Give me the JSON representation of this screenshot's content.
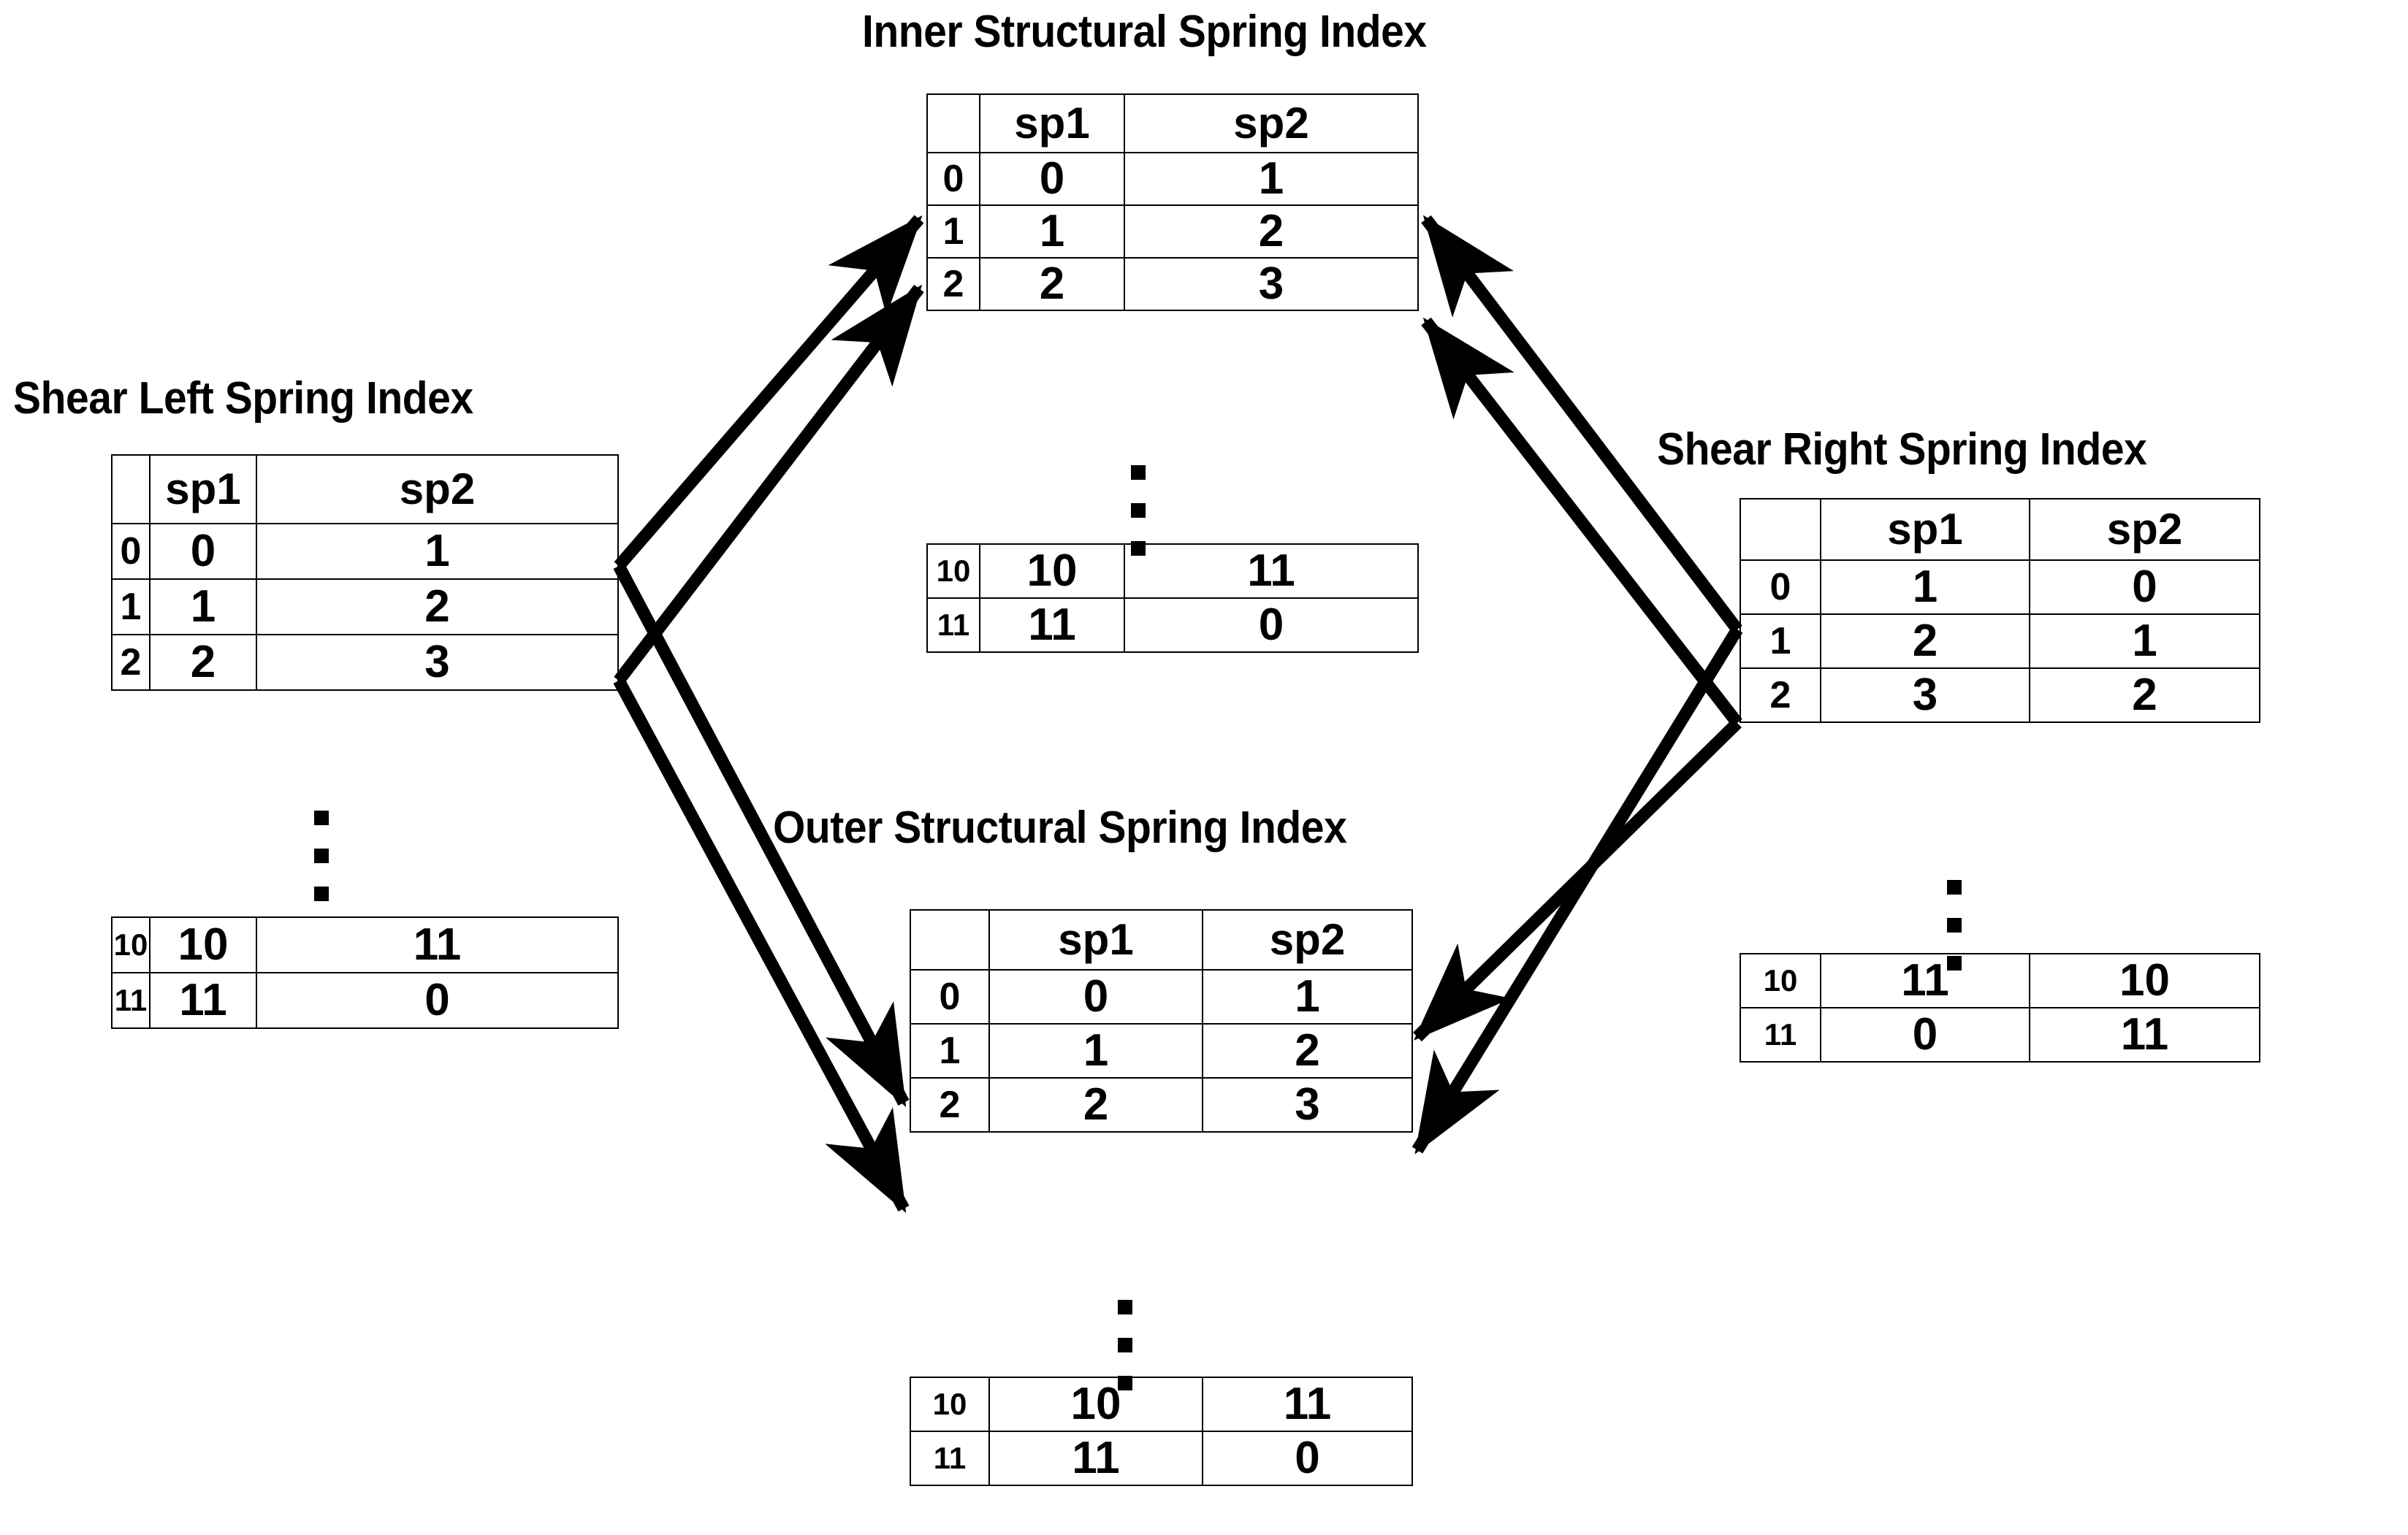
{
  "diagram": {
    "title_left": "Shear Left Spring Index",
    "title_inner": "Inner Structural Spring Index",
    "title_outer": "Outer Structural Spring Index",
    "title_right": "Shear Right Spring Index",
    "ellipsis_glyph": "vertical-ellipsis"
  },
  "columns": {
    "corner": "",
    "sp1": "sp1",
    "sp2": "sp2"
  },
  "tables": {
    "shear_left": {
      "name": "Shear Left Spring Index",
      "headers": [
        "",
        "sp1",
        "sp2"
      ],
      "top_rows": [
        {
          "index": "0",
          "sp1": "0",
          "sp2": "1"
        },
        {
          "index": "1",
          "sp1": "1",
          "sp2": "2"
        },
        {
          "index": "2",
          "sp1": "2",
          "sp2": "3"
        }
      ],
      "bottom_rows": [
        {
          "index": "10",
          "sp1": "10",
          "sp2": "11"
        },
        {
          "index": "11",
          "sp1": "11",
          "sp2": "0"
        }
      ]
    },
    "inner_structural": {
      "name": "Inner Structural Spring Index",
      "headers": [
        "",
        "sp1",
        "sp2"
      ],
      "top_rows": [
        {
          "index": "0",
          "sp1": "0",
          "sp2": "1"
        },
        {
          "index": "1",
          "sp1": "1",
          "sp2": "2"
        },
        {
          "index": "2",
          "sp1": "2",
          "sp2": "3"
        }
      ],
      "bottom_rows": [
        {
          "index": "10",
          "sp1": "10",
          "sp2": "11"
        },
        {
          "index": "11",
          "sp1": "11",
          "sp2": "0"
        }
      ]
    },
    "outer_structural": {
      "name": "Outer Structural Spring Index",
      "headers": [
        "",
        "sp1",
        "sp2"
      ],
      "top_rows": [
        {
          "index": "0",
          "sp1": "0",
          "sp2": "1"
        },
        {
          "index": "1",
          "sp1": "1",
          "sp2": "2"
        },
        {
          "index": "2",
          "sp1": "2",
          "sp2": "3"
        }
      ],
      "bottom_rows": [
        {
          "index": "10",
          "sp1": "10",
          "sp2": "11"
        },
        {
          "index": "11",
          "sp1": "11",
          "sp2": "0"
        }
      ]
    },
    "shear_right": {
      "name": "Shear Right Spring Index",
      "headers": [
        "",
        "sp1",
        "sp2"
      ],
      "top_rows": [
        {
          "index": "0",
          "sp1": "1",
          "sp2": "0"
        },
        {
          "index": "1",
          "sp1": "2",
          "sp2": "1"
        },
        {
          "index": "2",
          "sp1": "3",
          "sp2": "2"
        }
      ],
      "bottom_rows": [
        {
          "index": "10",
          "sp1": "11",
          "sp2": "10"
        },
        {
          "index": "11",
          "sp1": "0",
          "sp2": "11"
        }
      ]
    }
  },
  "arrows": {
    "stroke_color": "#000000",
    "connections": [
      {
        "from": "shear_left",
        "to": "inner_structural"
      },
      {
        "from": "shear_left",
        "to": "outer_structural"
      },
      {
        "from": "shear_right",
        "to": "inner_structural"
      },
      {
        "from": "shear_right",
        "to": "outer_structural"
      }
    ]
  }
}
